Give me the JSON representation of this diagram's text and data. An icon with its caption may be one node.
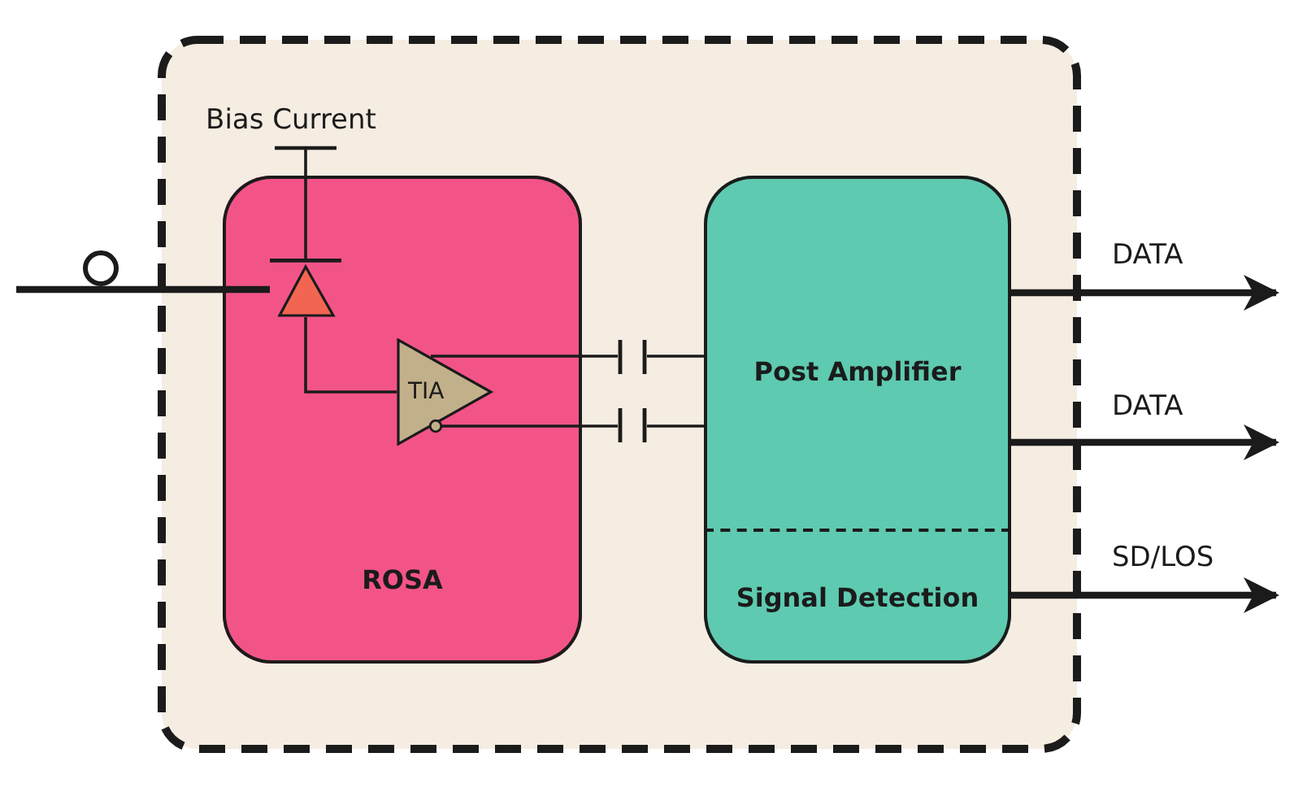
{
  "diagram": {
    "nodes": [
      {
        "text": [],
        "shape": "box"
      },
      {
        "text": [
          "Bias Current"
        ],
        "in": 0
      },
      {
        "text": [
          "ROSA"
        ],
        "in": 0
      },
      {
        "text": [],
        "shape": "triangle",
        "in": 2
      },
      {
        "text": [
          "TIA"
        ],
        "in": 2
      },
      {
        "text": [],
        "shape": "capacitor",
        "in": 0
      },
      {
        "text": [],
        "shape": "capacitor",
        "in": 0
      },
      {
        "text": [
          "Post Amplifier"
        ],
        "in": 0
      },
      {
        "text": [
          "Signal Detection"
        ],
        "in": 7
      }
    ],
    "edges": [
      {
        "from": null,
        "to": 3,
        "arrow": "none",
        "style": "thick"
      },
      {
        "from": 1,
        "to": 3,
        "arrow": "other"
      },
      {
        "from": 3,
        "to": 4,
        "arrow": "none"
      },
      {
        "from": 4,
        "to": 5,
        "arrow": "none"
      },
      {
        "from": 5,
        "to": 7,
        "arrow": "none"
      },
      {
        "from": 4,
        "to": 6,
        "arrow": "other"
      },
      {
        "from": 6,
        "to": 7,
        "arrow": "none"
      },
      {
        "from": 7,
        "to": null,
        "arrow": "to",
        "label": "DATA",
        "style": "thick"
      },
      {
        "from": 7,
        "to": null,
        "arrow": "to",
        "label": "DATA",
        "style": "thick"
      },
      {
        "from": 8,
        "to": null,
        "arrow": "to",
        "label": "SD/LOS",
        "style": "thick"
      }
    ]
  }
}
